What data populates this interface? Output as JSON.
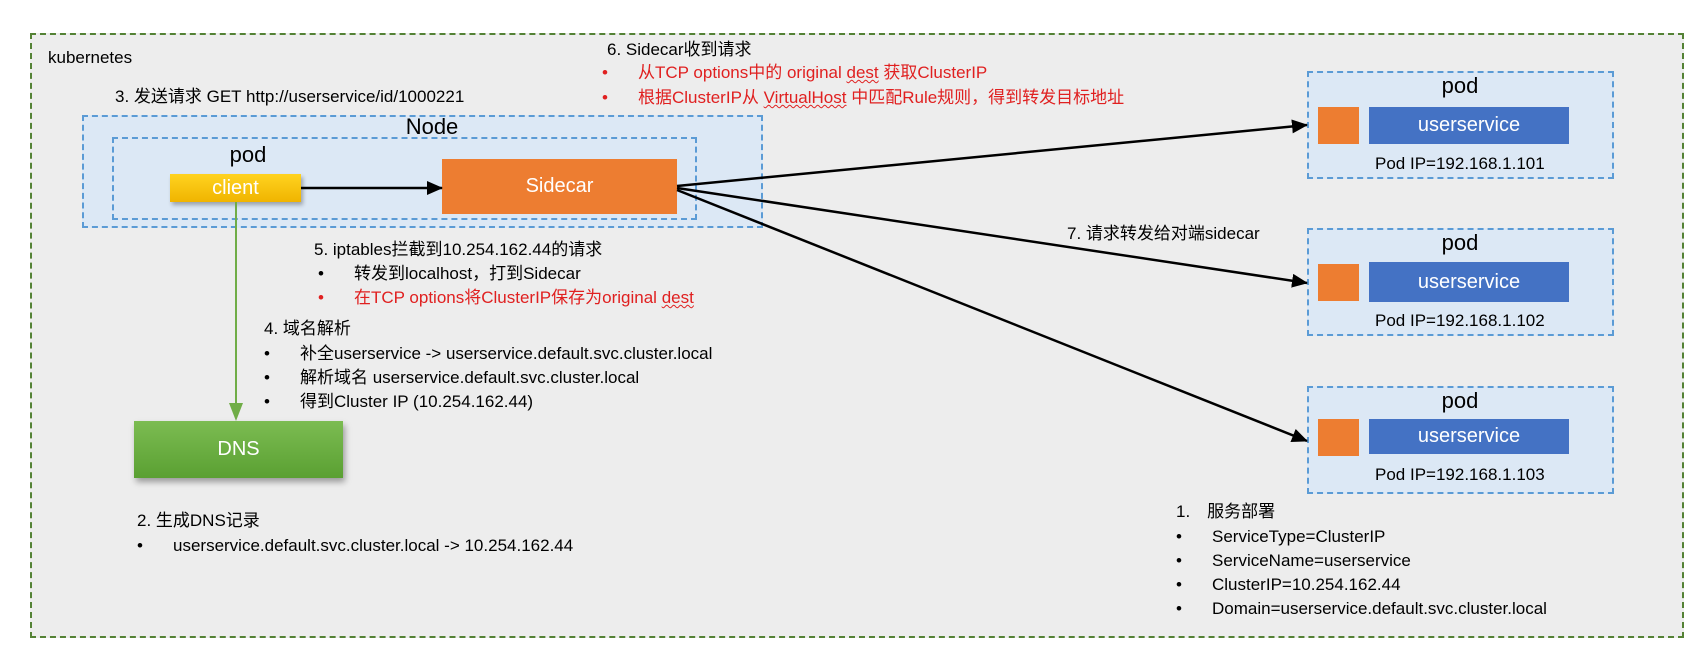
{
  "cluster_label": "kubernetes",
  "node": {
    "label": "Node",
    "pod_label": "pod",
    "client": "client",
    "sidecar": "Sidecar"
  },
  "dns": {
    "label": "DNS"
  },
  "step1": {
    "title": "1.　服务部署",
    "items": [
      "ServiceType=ClusterIP",
      "ServiceName=userservice",
      "ClusterIP=10.254.162.44",
      "Domain=userservice.default.svc.cluster.local"
    ]
  },
  "step2": {
    "title": "2. 生成DNS记录",
    "items": [
      "userservice.default.svc.cluster.local -> 10.254.162.44"
    ]
  },
  "step3": {
    "title": "3. 发送请求 GET http://userservice/id/1000221"
  },
  "step4": {
    "title": "4. 域名解析",
    "items": [
      "补全userservice -> userservice.default.svc.cluster.local",
      "解析域名 userservice.default.svc.cluster.local",
      "得到Cluster IP (10.254.162.44)"
    ]
  },
  "step5": {
    "title": "5. iptables拦截到10.254.162.44的请求",
    "items": [
      "转发到localhost，打到Sidecar"
    ],
    "red_item_pre": "在TCP options将ClusterIP保存为original ",
    "red_item_wavy": "dest"
  },
  "step6": {
    "title": "6. Sidecar收到请求",
    "item1_pre": "从TCP options中的 original ",
    "item1_wavy": "dest",
    "item1_post": " 获取ClusterIP",
    "item2_pre": "根据ClusterIP从 ",
    "item2_wavy": "VirtualHost",
    "item2_post": " 中匹配Rule规则，得到转发目标地址"
  },
  "step7": {
    "title": "7. 请求转发给对端sidecar"
  },
  "bullet": "•",
  "pods": [
    {
      "label": "pod",
      "service": "userservice",
      "ip": "Pod IP=192.168.1.101"
    },
    {
      "label": "pod",
      "service": "userservice",
      "ip": "Pod IP=192.168.1.102"
    },
    {
      "label": "pod",
      "service": "userservice",
      "ip": "Pod IP=192.168.1.103"
    }
  ],
  "colors": {
    "sidecar": "#ed7d31",
    "service": "#4472c4",
    "dns": "#70ad47",
    "client": "#ffc000",
    "highlight": "#e02020"
  }
}
